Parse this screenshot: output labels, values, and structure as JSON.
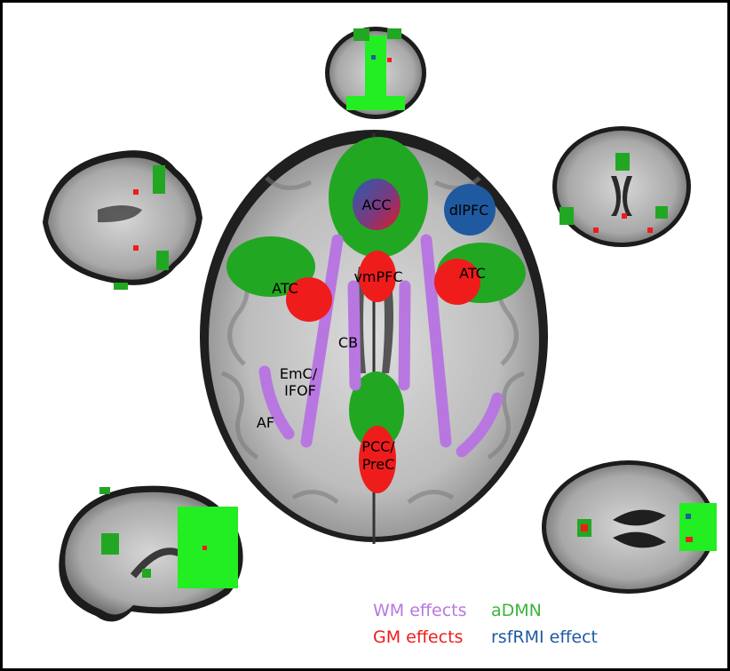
{
  "labels": {
    "acc": "ACC",
    "dlpfc": "dlPFC",
    "atc_left": "ATC",
    "atc_right": "ATC",
    "vmpfc": "vmPFC",
    "cb": "CB",
    "emc_line1": "EmC/",
    "emc_line2": "IFOF",
    "af": "AF",
    "pcc_line1": "PCC/",
    "pcc_line2": "PreC"
  },
  "legend": {
    "wm": "WM effects",
    "admn": "aDMN",
    "gm": "GM effects",
    "rsfmri": "rsfRMI effect"
  },
  "colors": {
    "wm": "#b877e0",
    "admn": "#22a722",
    "gm": "#ef1c1c",
    "rsfmri": "#1f5aa0",
    "bright_green": "#22ee22"
  }
}
